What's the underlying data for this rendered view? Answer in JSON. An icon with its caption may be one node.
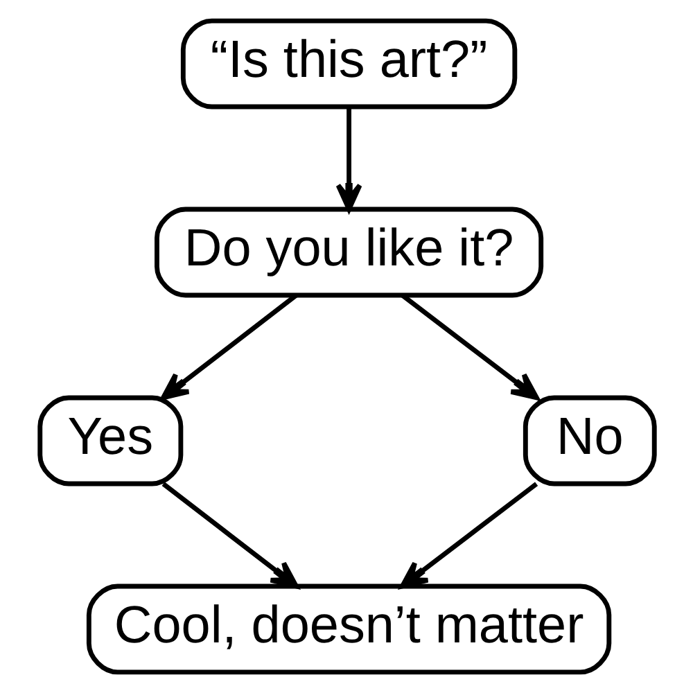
{
  "diagram": {
    "nodes": [
      {
        "text": [
          "“Is this art?”"
        ]
      },
      {
        "text": [
          "Do you like it?"
        ]
      },
      {
        "text": [
          "Yes"
        ]
      },
      {
        "text": [
          "No"
        ]
      },
      {
        "text": [
          "Cool, doesn’t matter"
        ]
      }
    ],
    "edges": [
      {
        "from": 0,
        "to": 1,
        "arrow": "to"
      },
      {
        "from": 1,
        "to": 2,
        "arrow": "to"
      },
      {
        "from": 1,
        "to": 3,
        "arrow": "to"
      },
      {
        "from": 2,
        "to": 4,
        "arrow": "to"
      },
      {
        "from": 3,
        "to": 4,
        "arrow": "to"
      }
    ]
  }
}
